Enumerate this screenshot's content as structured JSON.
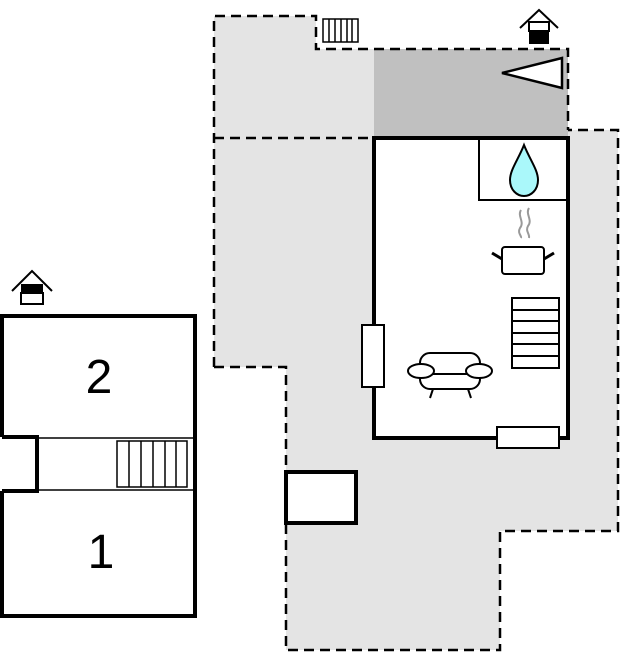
{
  "floorplan": {
    "colors": {
      "wall": "#000000",
      "terrace": "#e4e4e4",
      "covered_area": "#c0c0c0",
      "room": "#ffffff",
      "water": "#aaf8fa",
      "steam": "#999999"
    },
    "floors": [
      {
        "name": "upper-floor",
        "rooms": [
          {
            "id": "room-2",
            "label": "2"
          },
          {
            "id": "room-1",
            "label": "1"
          }
        ],
        "entrance_icon": "house-entrance-icon",
        "stairs_icon": "stairs-icon"
      },
      {
        "name": "ground-floor",
        "rooms": [
          {
            "id": "kitchen-living",
            "label": ""
          }
        ],
        "icons": [
          "house-entrance-icon",
          "stairs-icon",
          "shower-icon",
          "water-drop-icon",
          "cooking-pot-icon",
          "stairs-icon",
          "sofa-icon",
          "window-icon"
        ]
      }
    ]
  }
}
